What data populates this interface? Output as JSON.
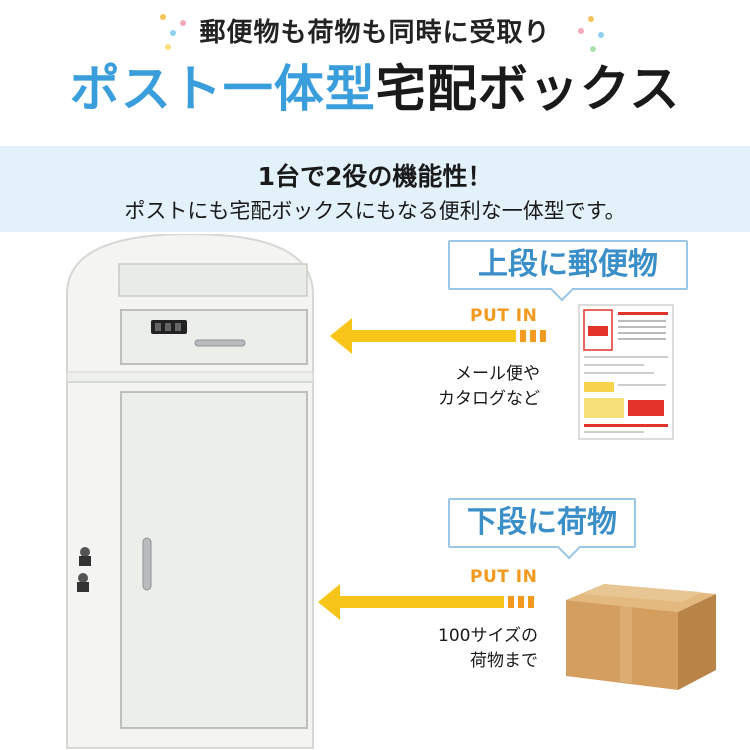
{
  "header": {
    "subtitle": "郵便物も荷物も同時に受取り",
    "title_blue": "ポスト一体型",
    "title_dark": "宅配ボックス"
  },
  "band": {
    "line1": "1台で2役の機能性！",
    "line2": "ポストにも宅配ボックスにもなる便利な一体型です。"
  },
  "upper": {
    "callout": "上段に郵便物",
    "put_in": "PUT IN",
    "note_line1": "メール便や",
    "note_line2": "カタログなど"
  },
  "lower": {
    "callout": "下段に荷物",
    "put_in": "PUT IN",
    "note_line1": "100サイズの",
    "note_line2": "荷物まで"
  },
  "colors": {
    "accent_blue": "#3a9edc",
    "band": "#e3f1fb",
    "arrow_yellow": "#f7c51a",
    "arrow_orange": "#f29a1f",
    "box_cardboard": "#d9a86a"
  }
}
